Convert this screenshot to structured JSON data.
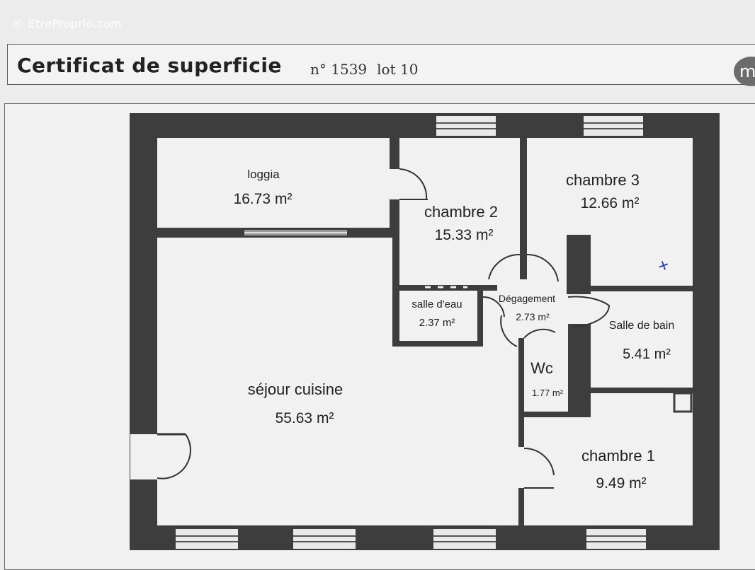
{
  "watermark": "© EtreProprio.com",
  "header": {
    "title": "Certificat de superficie",
    "number": "n° 1539",
    "lot": "lot 10",
    "badge": "m"
  },
  "rooms": {
    "loggia": {
      "name": "loggia",
      "area": "16.73 m²"
    },
    "chambre2": {
      "name": "chambre 2",
      "area": "15.33 m²"
    },
    "chambre3": {
      "name": "chambre 3",
      "area": "12.66 m²"
    },
    "salle_eau": {
      "name": "salle d'eau",
      "area": "2.37 m²"
    },
    "degagement": {
      "name": "Dégagement",
      "area": "2.73 m²"
    },
    "salle_bain": {
      "name": "Salle de bain",
      "area": "5.41 m²"
    },
    "wc": {
      "name": "Wc",
      "area": "1.77 m²"
    },
    "sejour": {
      "name": "séjour cuisine",
      "area": "55.63 m²"
    },
    "chambre1": {
      "name": "chambre 1",
      "area": "9.49 m²"
    }
  },
  "annotation": "+"
}
